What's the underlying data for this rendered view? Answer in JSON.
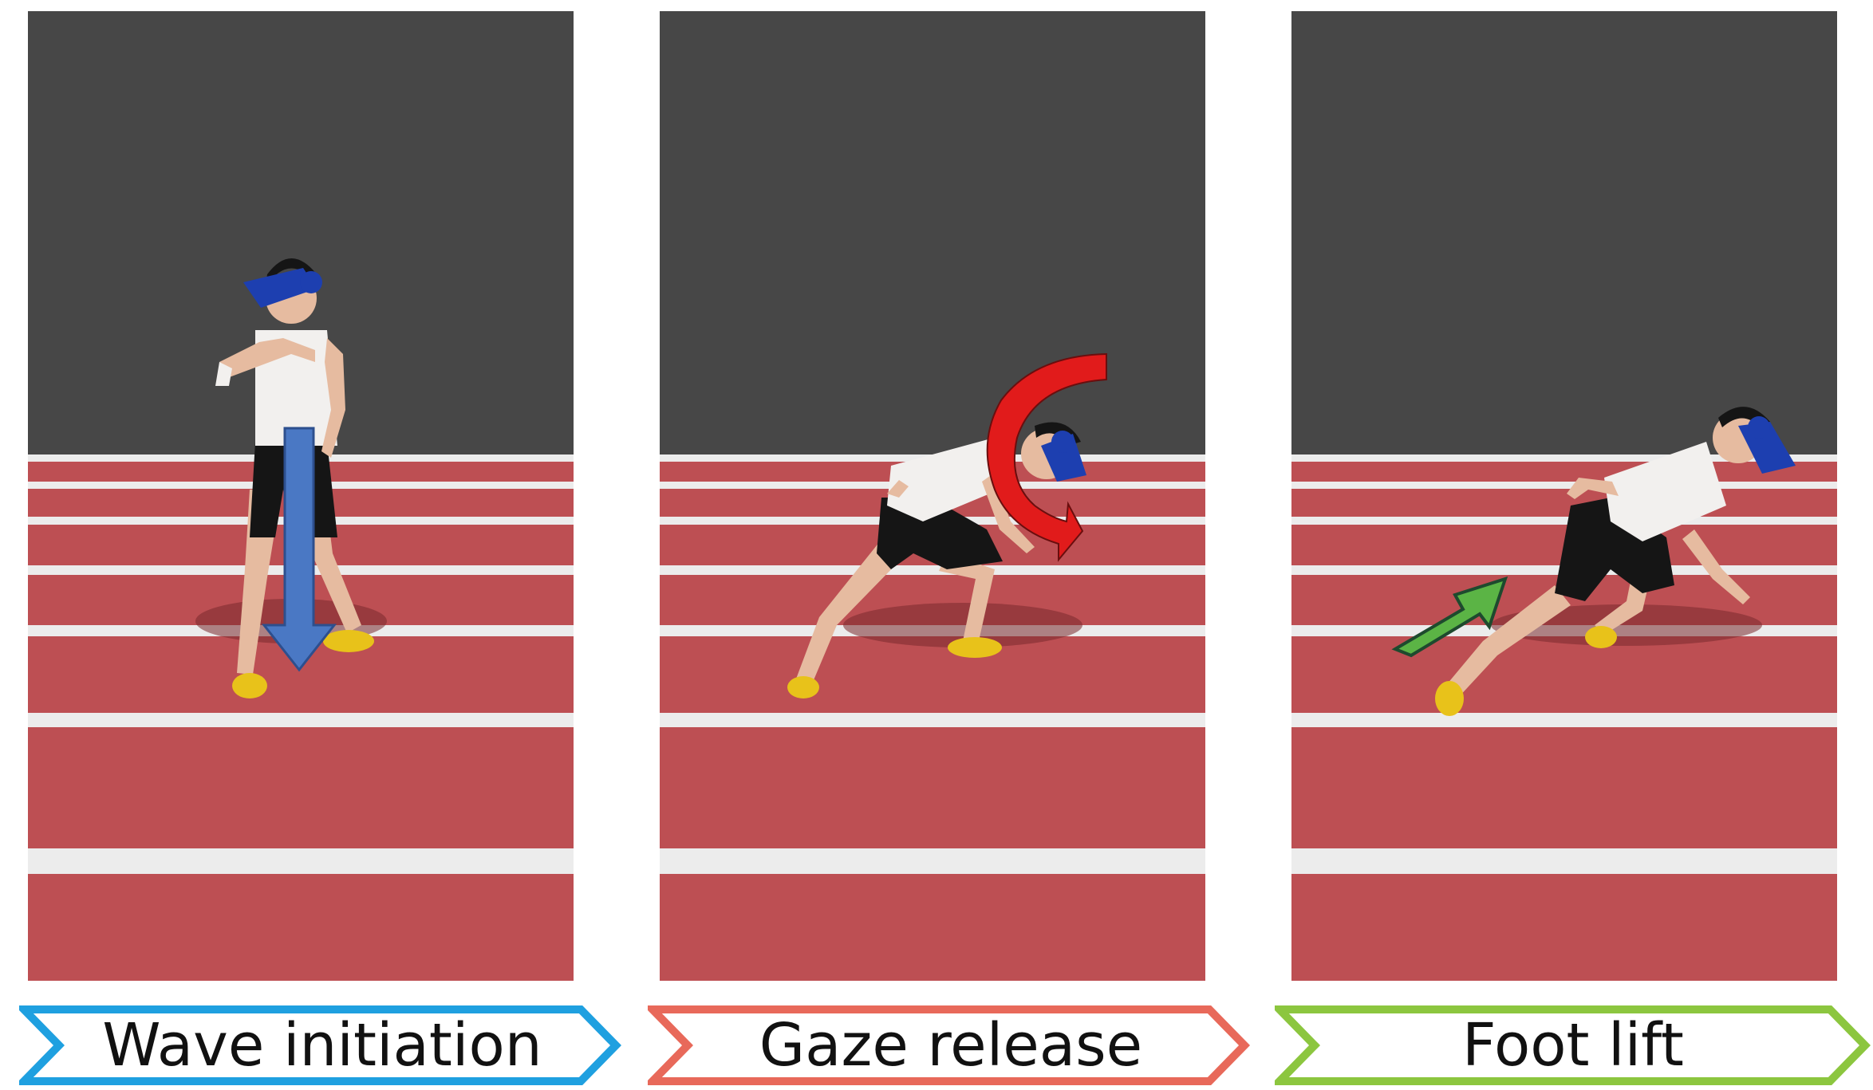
{
  "colors": {
    "background_wall": "#474747",
    "track": "#bd4f53",
    "lane_line": "#ececec",
    "arrow_down": "#4a78c4",
    "arrow_curve": "#e11b1b",
    "arrow_forward": "#5bb445",
    "arrow_forward_outline": "#1e4a2e",
    "headset": "#1d3fb0",
    "shirt": "#f2f0ee",
    "shorts": "#151515",
    "skin": "#e6bba0",
    "shoe": "#e8c21a"
  },
  "stages": [
    {
      "label": "Wave initiation",
      "border_color": "#1fa0e0",
      "arrow_icon": "down-arrow-icon"
    },
    {
      "label": "Gaze release",
      "border_color": "#e8695a",
      "arrow_icon": "turn-arrow-icon"
    },
    {
      "label": "Foot lift",
      "border_color": "#8cc63f",
      "arrow_icon": "forward-arrow-icon"
    }
  ]
}
